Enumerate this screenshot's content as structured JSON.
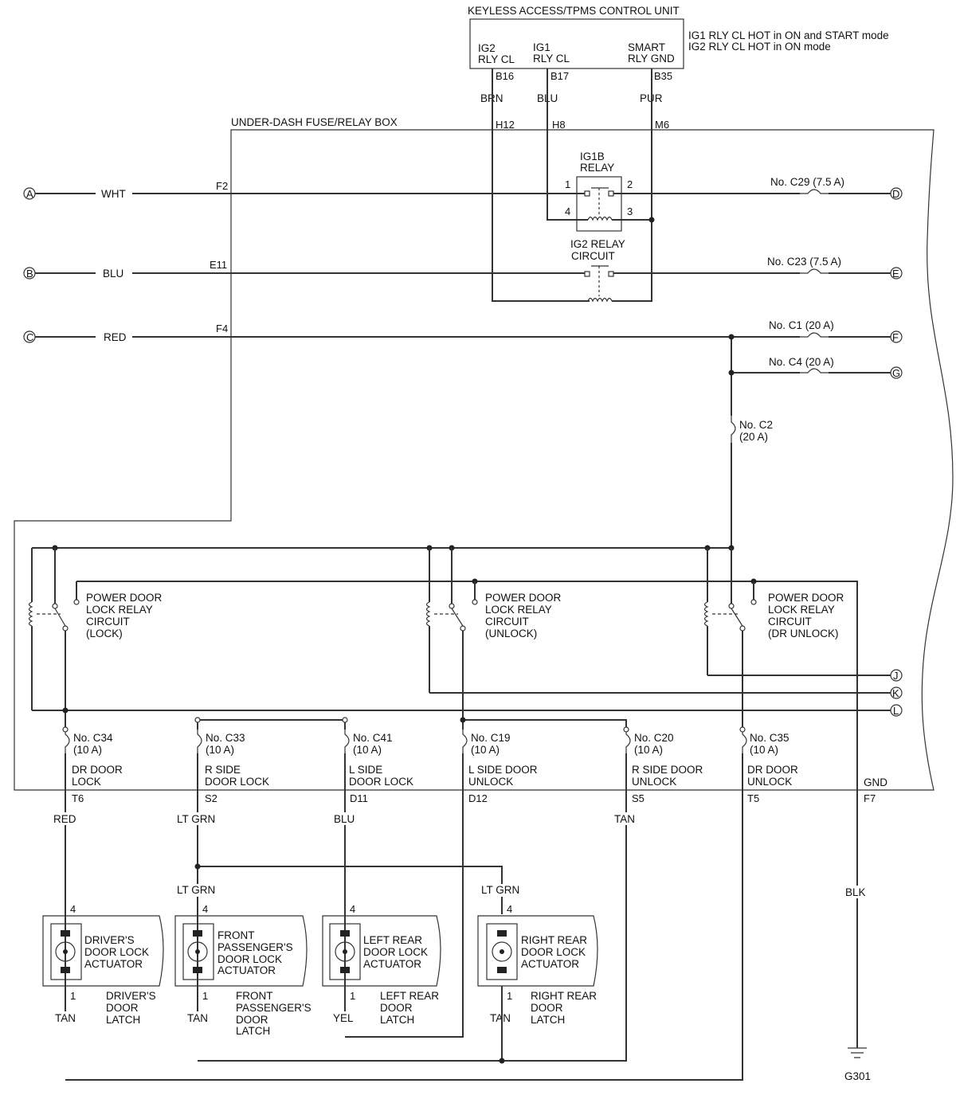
{
  "control_unit": {
    "title": "KEYLESS ACCESS/TPMS CONTROL UNIT",
    "note_line1": "IG1 RLY CL HOT in ON and START mode",
    "note_line2": "IG2 RLY CL HOT in ON mode",
    "pin1_l1": "IG2",
    "pin1_l2": "RLY CL",
    "pin2_l1": "IG1",
    "pin2_l2": "RLY CL",
    "pin3_l1": "SMART",
    "pin3_l2": "RLY GND",
    "term1": "B16",
    "term2": "B17",
    "term3": "B35",
    "wire1": "BRN",
    "wire2": "BLU",
    "wire3": "PUR"
  },
  "fuse_box": {
    "title": "UNDER-DASH FUSE/RELAY BOX",
    "term_h12": "H12",
    "term_h8": "H8",
    "term_m6": "M6",
    "term_f2": "F2",
    "term_e11": "E11",
    "term_f4": "F4",
    "gnd_label": "GND",
    "term_f7": "F7"
  },
  "inputs": {
    "a": "A",
    "a_wire": "WHT",
    "b": "B",
    "b_wire": "BLU",
    "c": "C",
    "c_wire": "RED"
  },
  "relays": {
    "ig1b_l1": "IG1B",
    "ig1b_l2": "RELAY",
    "pin1": "1",
    "pin2": "2",
    "pin4": "4",
    "pin3": "3",
    "ig2_l1": "IG2 RELAY",
    "ig2_l2": "CIRCUIT"
  },
  "fuses": {
    "c29": "No. C29 (7.5 A)",
    "c23": "No. C23 (7.5 A)",
    "c1": "No. C1 (20 A)",
    "c4": "No. C4 (20 A)",
    "c2_l1": "No. C2",
    "c2_l2": "(20 A)"
  },
  "outputs": {
    "d": "D",
    "e": "E",
    "f": "F",
    "g": "G",
    "j": "J",
    "k": "K",
    "l": "L"
  },
  "lock_relays": {
    "lock_l1": "POWER DOOR",
    "lock_l2": "LOCK RELAY",
    "lock_l3": "CIRCUIT",
    "lock_l4": "(LOCK)",
    "unlock_l1": "POWER DOOR",
    "unlock_l2": "LOCK RELAY",
    "unlock_l3": "CIRCUIT",
    "unlock_l4": "(UNLOCK)",
    "dr_l1": "POWER DOOR",
    "dr_l2": "LOCK RELAY",
    "dr_l3": "CIRCUIT",
    "dr_l4": "(DR UNLOCK)"
  },
  "lock_fuses": {
    "c34_l1": "No. C34",
    "c34_l2": "(10 A)",
    "c34_f1": "DR DOOR",
    "c34_f2": "LOCK",
    "c33_l1": "No. C33",
    "c33_l2": "(10 A)",
    "c33_f1": "R SIDE",
    "c33_f2": "DOOR LOCK",
    "c41_l1": "No. C41",
    "c41_l2": "(10 A)",
    "c41_f1": "L SIDE",
    "c41_f2": "DOOR LOCK",
    "c19_l1": "No. C19",
    "c19_l2": "(10 A)",
    "c19_f1": "L SIDE DOOR",
    "c19_f2": "UNLOCK",
    "c20_l1": "No. C20",
    "c20_l2": "(10 A)",
    "c20_f1": "R SIDE DOOR",
    "c20_f2": "UNLOCK",
    "c35_l1": "No. C35",
    "c35_l2": "(10 A)",
    "c35_f1": "DR DOOR",
    "c35_f2": "UNLOCK"
  },
  "terminals": {
    "t6": "T6",
    "s2": "S2",
    "d11": "D11",
    "d12": "D12",
    "s5": "S5",
    "t5": "T5"
  },
  "wires": {
    "red": "RED",
    "ltgrn1": "LT GRN",
    "blu": "BLU",
    "tan1": "TAN",
    "ltgrn2": "LT GRN",
    "ltgrn3": "LT GRN",
    "blk": "BLK",
    "tan_dr": "TAN",
    "tan_fp": "TAN",
    "yel_lr": "YEL",
    "tan_rr": "TAN"
  },
  "actuators": {
    "pin_top": "4",
    "pin_bottom": "1",
    "dr_l1": "DRIVER'S",
    "dr_l2": "DOOR LOCK",
    "dr_l3": "ACTUATOR",
    "dr_latch1": "DRIVER'S",
    "dr_latch2": "DOOR",
    "dr_latch3": "LATCH",
    "fp_l1": "FRONT",
    "fp_l2": "PASSENGER'S",
    "fp_l3": "DOOR LOCK",
    "fp_l4": "ACTUATOR",
    "fp_latch1": "FRONT",
    "fp_latch2": "PASSENGER'S",
    "fp_latch3": "DOOR",
    "fp_latch4": "LATCH",
    "lr_l1": "LEFT REAR",
    "lr_l2": "DOOR LOCK",
    "lr_l3": "ACTUATOR",
    "lr_latch1": "LEFT REAR",
    "lr_latch2": "DOOR",
    "lr_latch3": "LATCH",
    "rr_l1": "RIGHT REAR",
    "rr_l2": "DOOR LOCK",
    "rr_l3": "ACTUATOR",
    "rr_latch1": "RIGHT REAR",
    "rr_latch2": "DOOR",
    "rr_latch3": "LATCH"
  },
  "ground": {
    "label": "G301"
  }
}
